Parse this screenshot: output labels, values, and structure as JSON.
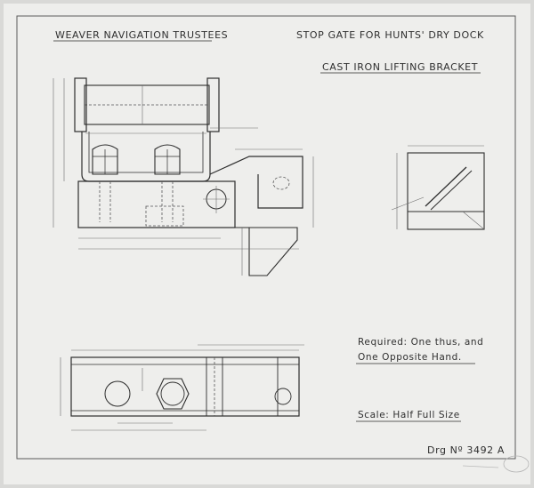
{
  "title_block": {
    "organisation": "WEAVER NAVIGATION TRUSTEES",
    "subject": "STOP GATE FOR HUNTS' DRY DOCK",
    "part": "CAST IRON LIFTING BRACKET"
  },
  "notes": {
    "required_line1": "Required: One thus, and",
    "required_line2": "One Opposite Hand.",
    "scale": "Scale: Half Full Size",
    "drawing_number": "Drg Nº 3492 A"
  },
  "colors": {
    "paper": "#eeeeec",
    "ink": "#2d2d2d",
    "background": "#d9d9d7"
  }
}
